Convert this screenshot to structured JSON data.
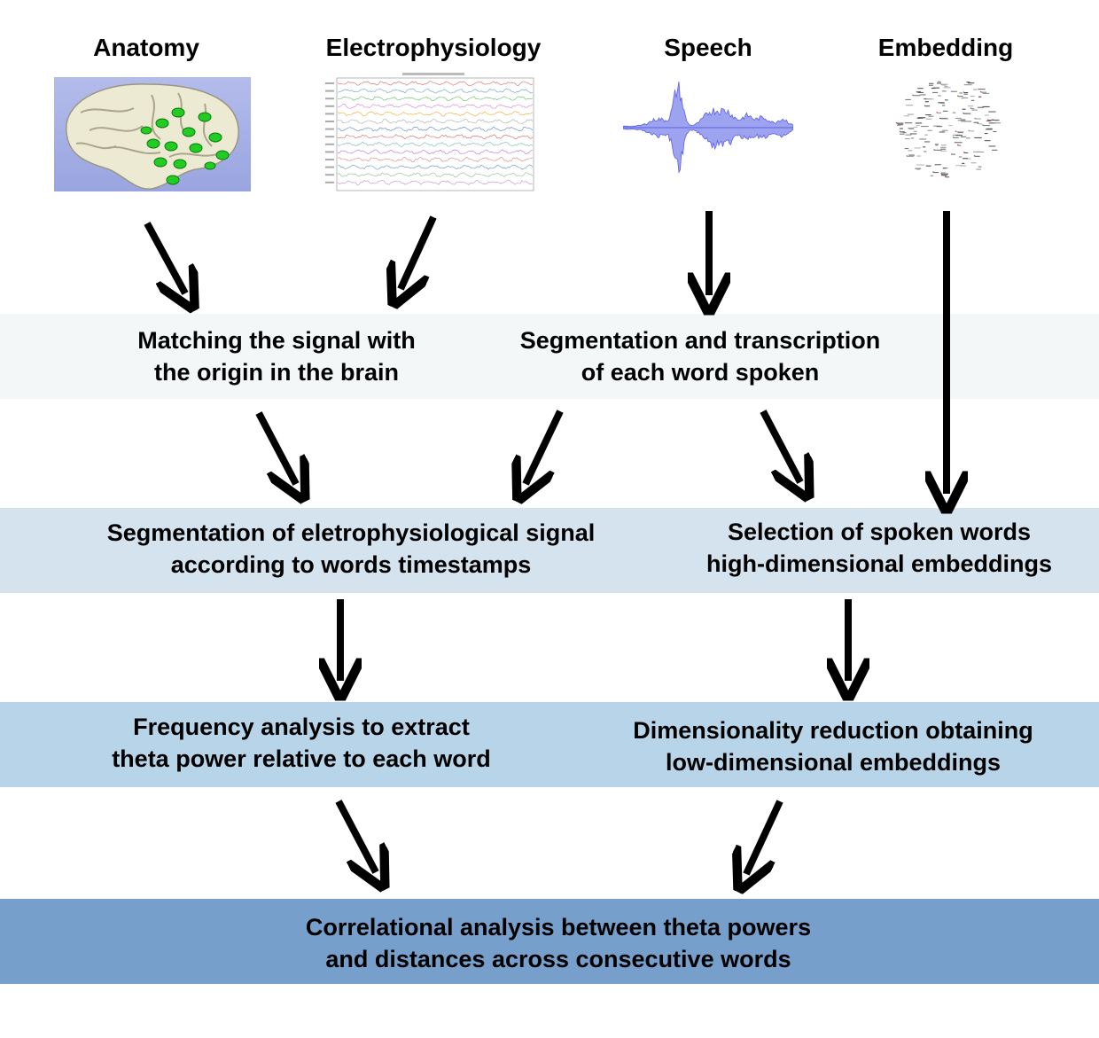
{
  "headings": {
    "anatomy": "Anatomy",
    "electrophysiology": "Electrophysiology",
    "speech": "Speech",
    "embedding": "Embedding"
  },
  "steps": {
    "matching": {
      "line1": "Matching the signal with",
      "line2": "the origin in the brain"
    },
    "transcription": {
      "line1": "Segmentation and transcription",
      "line2": "of each word spoken"
    },
    "segmentation": {
      "line1": "Segmentation of eletrophysiological signal",
      "line2": "according to words timestamps"
    },
    "selection": {
      "line1": "Selection of spoken words",
      "line2": "high-dimensional embeddings"
    },
    "frequency": {
      "line1": "Frequency analysis to extract",
      "line2": "theta power relative to each word"
    },
    "reduction": {
      "line1": "Dimensionality reduction obtaining",
      "line2": "low-dimensional embeddings"
    },
    "correlation": {
      "line1": "Correlational analysis between theta powers",
      "line2": "and distances across consecutive words"
    }
  },
  "colors": {
    "band1": "#f3f7f8",
    "band2": "#d5e3ef",
    "band3": "#b8d4e8",
    "band4": "#779fcb",
    "brain_bg": "#a7b1e6",
    "electrode": "#22cc22",
    "waveform": "#6a6fe8"
  },
  "icons": [
    "brain-image",
    "eeg-traces-image",
    "speech-waveform-image",
    "embedding-scatter-image"
  ]
}
